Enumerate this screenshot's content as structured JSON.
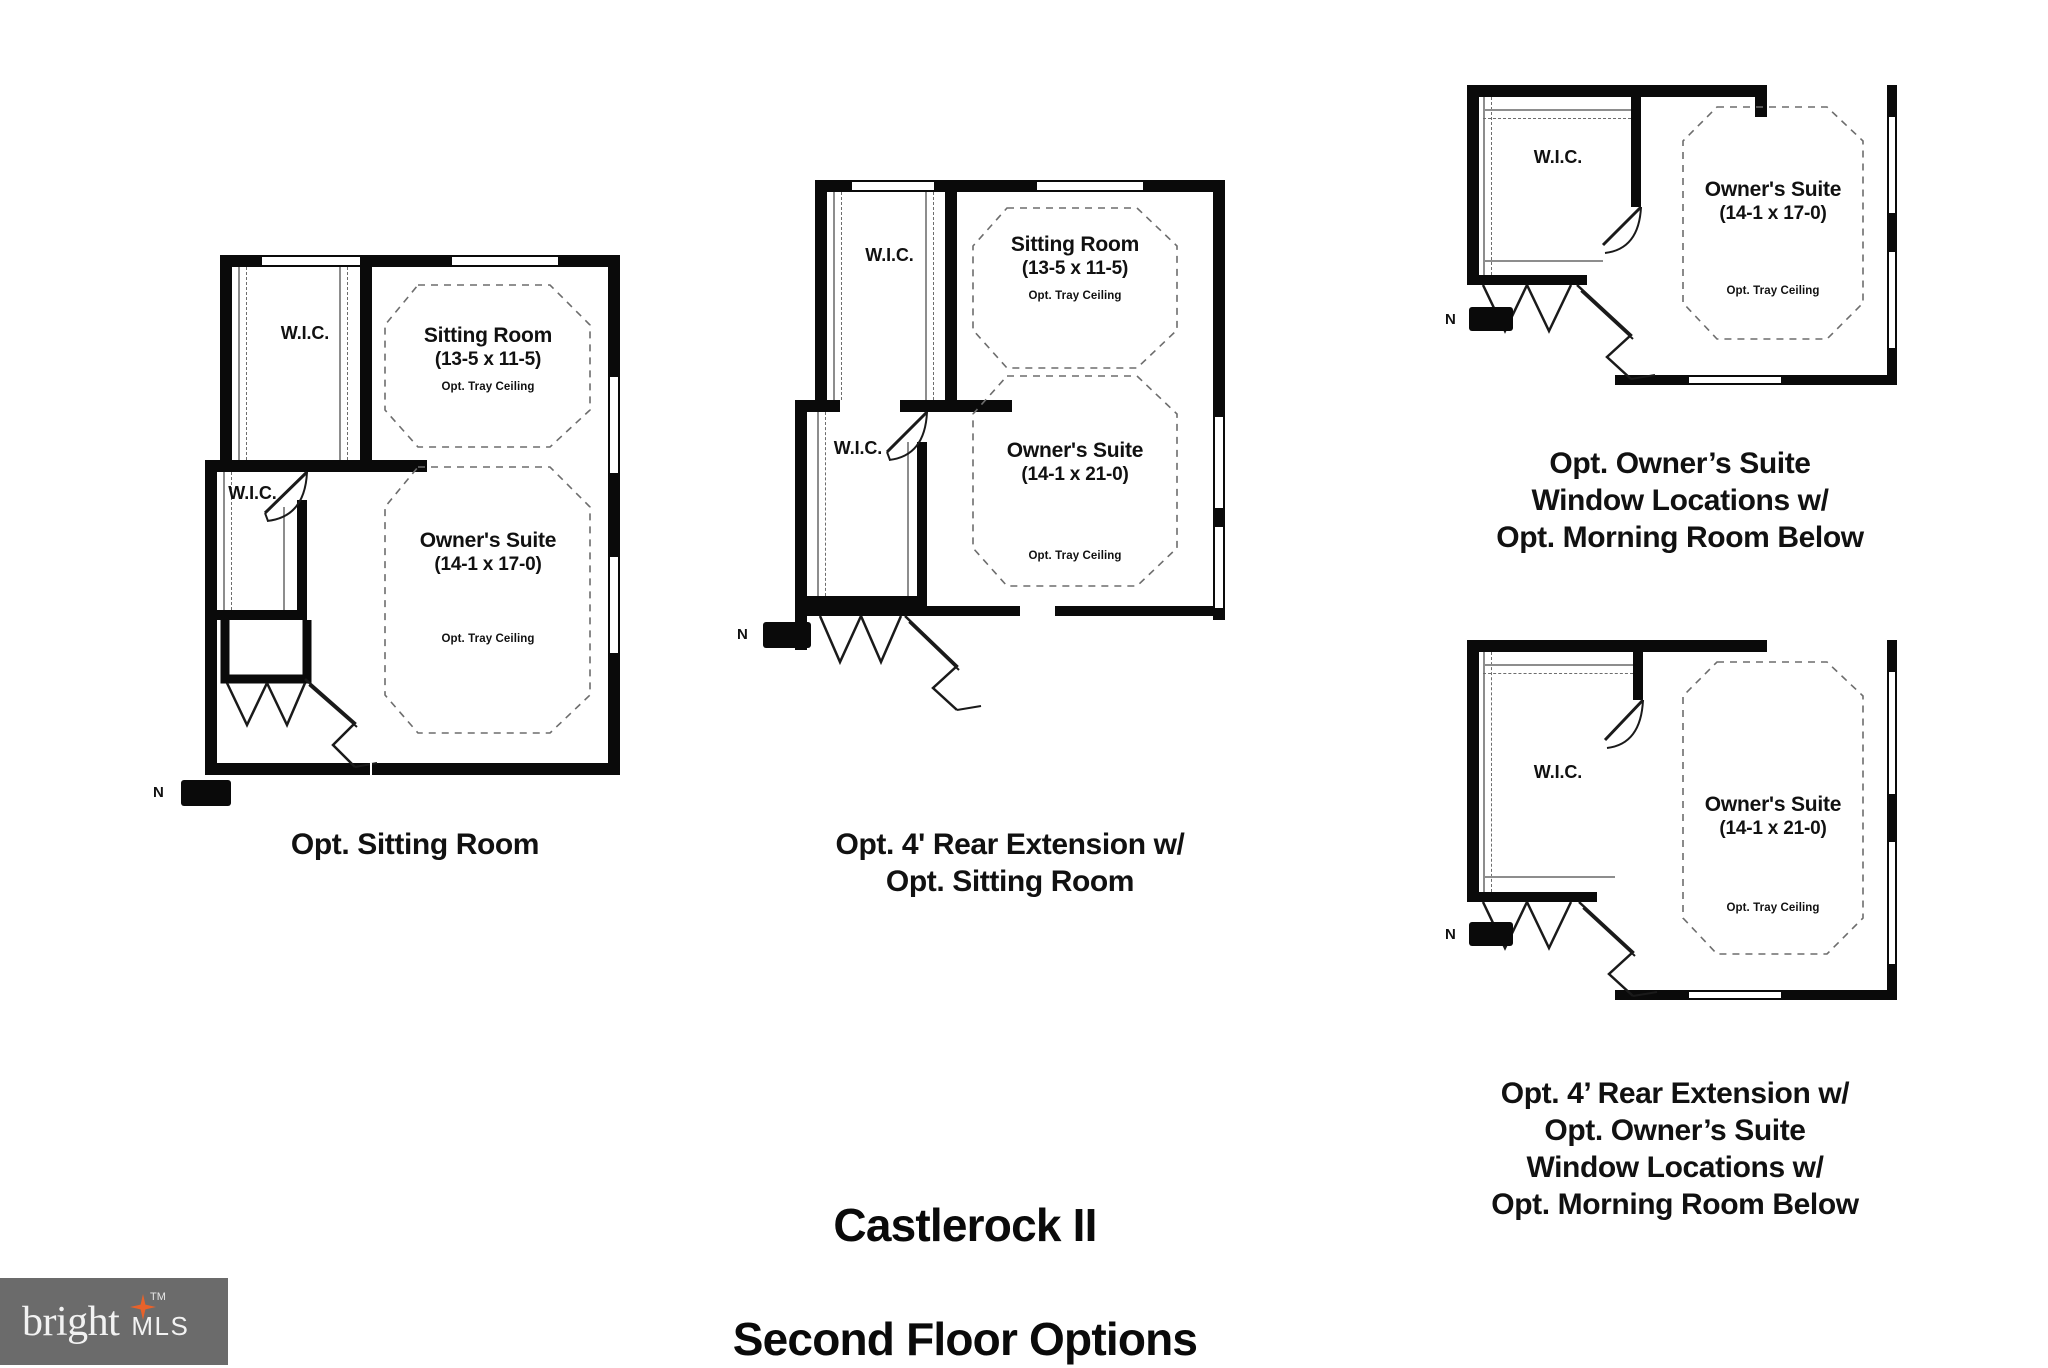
{
  "document": {
    "title_line1": "Castlerock II",
    "title_line2": "Second Floor Options"
  },
  "watermark": {
    "brand": "bright",
    "suffix": "MLS",
    "trademark": "TM",
    "bg_color": "#6b6b6b",
    "accent_color": "#e8622a",
    "text_color": "#f2f2f2"
  },
  "colors": {
    "wall": "#0a0a0a",
    "dashed": "#6d6d6d",
    "thin": "#8d8d8d",
    "paper": "#ffffff",
    "ink": "#111111"
  },
  "plans": [
    {
      "id": "opt-sitting-room",
      "caption": "Opt. Sitting Room",
      "north_label": "N",
      "rooms": [
        {
          "name": "W.I.C.",
          "dimensions": ""
        },
        {
          "name": "W.I.C.",
          "dimensions": ""
        },
        {
          "name": "Sitting Room",
          "dimensions": "(13-5 x 11-5)",
          "note": "Opt. Tray Ceiling"
        },
        {
          "name": "Owner's Suite",
          "dimensions": "(14-1 x 17-0)",
          "note": "Opt. Tray Ceiling"
        }
      ]
    },
    {
      "id": "opt-4ft-rear-extension-sitting-room",
      "caption": "Opt. 4' Rear Extension w/\nOpt. Sitting Room",
      "north_label": "N",
      "rooms": [
        {
          "name": "W.I.C.",
          "dimensions": ""
        },
        {
          "name": "W.I.C.",
          "dimensions": ""
        },
        {
          "name": "Sitting Room",
          "dimensions": "(13-5 x 11-5)",
          "note": "Opt. Tray Ceiling"
        },
        {
          "name": "Owner's Suite",
          "dimensions": "(14-1 x 21-0)",
          "note": "Opt. Tray Ceiling"
        }
      ]
    },
    {
      "id": "opt-owners-suite-window-locations",
      "caption": "Opt. Owner’s Suite\nWindow Locations w/\nOpt. Morning Room Below",
      "north_label": "N",
      "rooms": [
        {
          "name": "W.I.C.",
          "dimensions": ""
        },
        {
          "name": "Owner's Suite",
          "dimensions": "(14-1 x 17-0)",
          "note": "Opt. Tray Ceiling"
        }
      ]
    },
    {
      "id": "opt-4ft-rear-extension-owners-suite-windows",
      "caption": "Opt. 4’ Rear Extension w/\nOpt. Owner’s Suite\nWindow Locations w/\nOpt. Morning Room Below",
      "north_label": "N",
      "rooms": [
        {
          "name": "W.I.C.",
          "dimensions": ""
        },
        {
          "name": "Owner's Suite",
          "dimensions": "(14-1 x 21-0)",
          "note": "Opt. Tray Ceiling"
        }
      ]
    }
  ]
}
